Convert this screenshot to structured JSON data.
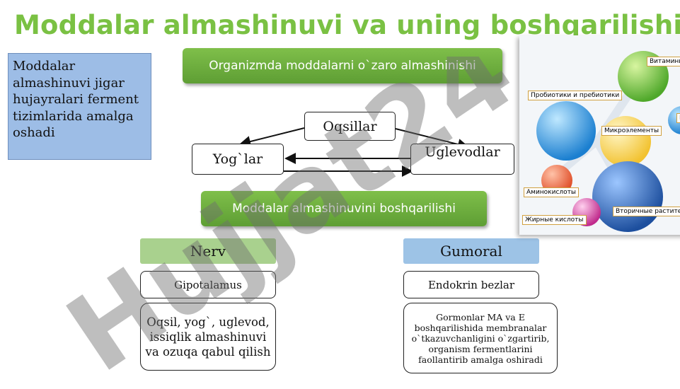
{
  "title": "Moddalar almashinuvi va uning boshqarilishi",
  "note": "Moddalar almashinuvi jigar hujayralari ferment tizimlarida amalga oshadi",
  "banner_top": "Organizmda moddalarni o`zaro almashinishi",
  "nodes": {
    "oqsillar": "Oqsillar",
    "yoglar": "Yog`lar",
    "uglevodlar": "Uglevodlar"
  },
  "banner_mid": "Moddalar almashinuvini boshqarilishi",
  "nerv": {
    "header": "Nerv",
    "organ": "Gipotalamus",
    "desc": "Oqsil, yog`, uglevod, issiqlik almashinuvi va ozuqa qabul qilish"
  },
  "gumoral": {
    "header": "Gumoral",
    "organ": "Endokrin bezlar",
    "desc": "Gormonlar MA va E boshqarilishida membranalar o`tkazuvchanligini o`zgartirib, organism fermentlarini faollantirib amalga oshiradi"
  },
  "picture_labels": {
    "vitamins": "Витамины",
    "probiotics": "Пробиотики и пребиотики",
    "microelements": "Микроэлементы",
    "m": "М",
    "aminoacids": "Аминокислоты",
    "fattyacids": "Жирные кислоты",
    "secondary": "Вторичные растительные"
  },
  "watermark": "Hujjat24",
  "colors": {
    "title": "#7ac143",
    "note_bg": "#9dbde6",
    "nerv_bg": "#a9d18e",
    "gumoral_bg": "#9dc3e6"
  }
}
